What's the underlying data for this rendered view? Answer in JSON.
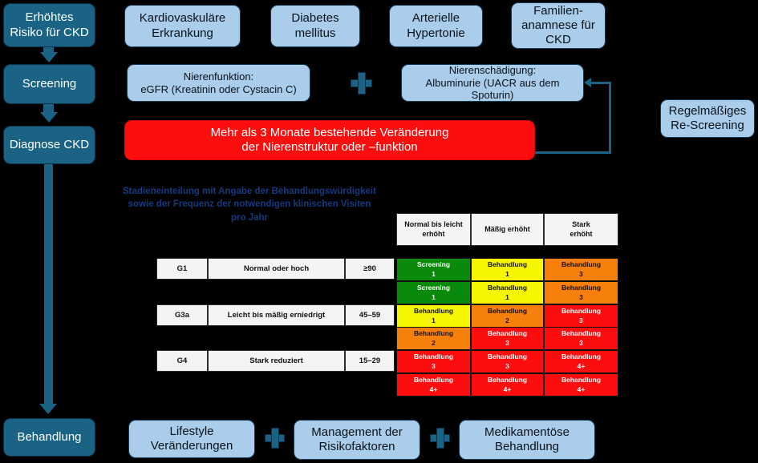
{
  "colors": {
    "background": "#000000",
    "dark_box": "#1a6385",
    "light_box": "#a9cdea",
    "alert_red": "#fd0d0d",
    "heading_blue": "#16397e",
    "cell_green": "#0a8a0a",
    "cell_yellow": "#f6f600",
    "cell_orange": "#f77f0c",
    "cell_red": "#fd0d0d",
    "cell_header_grey": "#f4f4f4"
  },
  "flow_stages": [
    {
      "label": "Erhöhtes\nRisiko für CKD"
    },
    {
      "label": "Screening"
    },
    {
      "label": "Diagnose CKD"
    },
    {
      "label": "Behandlung"
    }
  ],
  "risk_factors": [
    {
      "label": "Kardiovaskuläre\nErkrankung"
    },
    {
      "label": "Diabetes\nmellitus"
    },
    {
      "label": "Arterielle\nHypertonie"
    },
    {
      "label": "Familien-\nanamnese für\nCKD"
    }
  ],
  "screening_tests": {
    "left": "Nierenfunktion:\neGFR (Kreatinin oder Cystacin C)",
    "plus": "+",
    "right": "Nierenschädigung:\nAlbuminurie (UACR aus dem\nSpoturin)"
  },
  "diagnosis_criterion": "Mehr als 3 Monate bestehende Veränderung\nder Nierenstruktur oder –funktion",
  "rescreening": "Regelmäßiges\nRe-Screening",
  "treatment_options": [
    {
      "label": "Lifestyle\nVeränderungen"
    },
    {
      "label": "Management der\nRisikofaktoren"
    },
    {
      "label": "Medikamentöse\nBehandlung"
    }
  ],
  "treatment_plus": "+",
  "matrix": {
    "heading": "Stadieneinteilung mit Angabe der Behandlungswürdigkeit\nsowie der Frequenz der notwendigen klinischen Visiten\npro Jahr",
    "column_headers": [
      "Normal bis leicht\nerhöht",
      "Mäßig erhöht",
      "Stark\nerhöht"
    ],
    "stage_rows": [
      {
        "stage": "G1",
        "description": "Normal oder hoch",
        "gfr": "≥90"
      },
      {
        "stage": "G3a",
        "description": "Leicht bis mäßig erniedrigt",
        "gfr": "45–59"
      },
      {
        "stage": "G4",
        "description": "Stark reduziert",
        "gfr": "15–29"
      }
    ],
    "cells": [
      [
        {
          "text": "Screening\n1",
          "color": "#0a8a0a",
          "fg": "#ffffff"
        },
        {
          "text": "Behandlung\n1",
          "color": "#f6f600",
          "fg": "#111111"
        },
        {
          "text": "Behandlung\n3",
          "color": "#f77f0c",
          "fg": "#111111"
        }
      ],
      [
        {
          "text": "Screening\n1",
          "color": "#0a8a0a",
          "fg": "#ffffff"
        },
        {
          "text": "Behandlung\n1",
          "color": "#f6f600",
          "fg": "#111111"
        },
        {
          "text": "Behandlung\n3",
          "color": "#f77f0c",
          "fg": "#111111"
        }
      ],
      [
        {
          "text": "Behandlung\n1",
          "color": "#f6f600",
          "fg": "#111111"
        },
        {
          "text": "Behandlung\n2",
          "color": "#f77f0c",
          "fg": "#111111"
        },
        {
          "text": "Behandlung\n3",
          "color": "#fd0d0d",
          "fg": "#ffffff"
        }
      ],
      [
        {
          "text": "Behandlung\n2",
          "color": "#f77f0c",
          "fg": "#111111"
        },
        {
          "text": "Behandlung\n3",
          "color": "#fd0d0d",
          "fg": "#ffffff"
        },
        {
          "text": "Behandlung\n3",
          "color": "#fd0d0d",
          "fg": "#ffffff"
        }
      ],
      [
        {
          "text": "Behandlung\n3",
          "color": "#fd0d0d",
          "fg": "#ffffff"
        },
        {
          "text": "Behandlung\n3",
          "color": "#fd0d0d",
          "fg": "#ffffff"
        },
        {
          "text": "Behandlung\n4+",
          "color": "#fd0d0d",
          "fg": "#ffffff"
        }
      ],
      [
        {
          "text": "Behandlung\n4+",
          "color": "#fd0d0d",
          "fg": "#ffffff"
        },
        {
          "text": "Behandlung\n4+",
          "color": "#fd0d0d",
          "fg": "#ffffff"
        },
        {
          "text": "Behandlung\n4+",
          "color": "#fd0d0d",
          "fg": "#ffffff"
        }
      ]
    ]
  }
}
